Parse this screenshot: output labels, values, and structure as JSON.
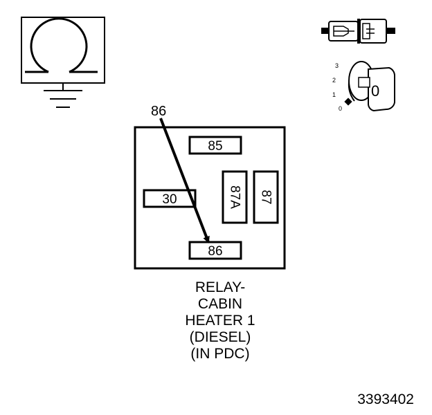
{
  "relay": {
    "callout_label": "86",
    "pins": {
      "p85": "85",
      "p30": "30",
      "p87a": "87A",
      "p87": "87",
      "p86": "86"
    }
  },
  "caption": {
    "line1": "RELAY-",
    "line2": "CABIN",
    "line3": "HEATER 1",
    "line4": "(DIESEL)",
    "line5": "(IN PDC)"
  },
  "ignition_key": {
    "positions": [
      "3",
      "2",
      "1",
      "0"
    ],
    "key_label": "0"
  },
  "figure_id": "3393402"
}
